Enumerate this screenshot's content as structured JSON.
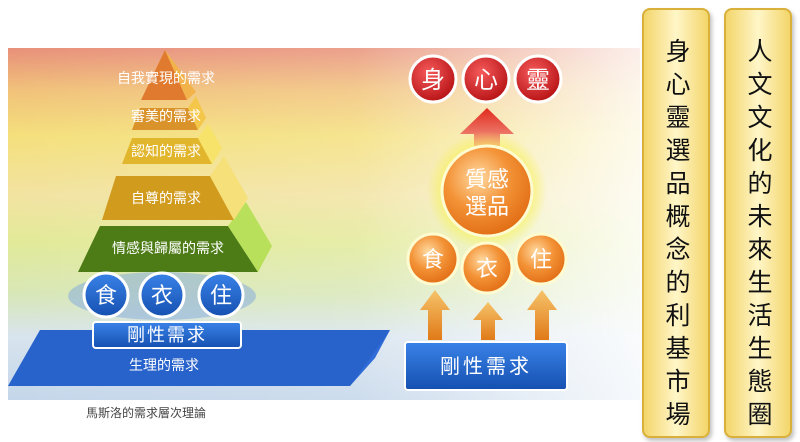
{
  "pyramid": {
    "levels": [
      {
        "label": "自我實現的需求"
      },
      {
        "label": "審美的需求"
      },
      {
        "label": "認知的需求"
      },
      {
        "label": "自尊的需求"
      },
      {
        "label": "情感與歸屬的需求"
      },
      {
        "label": "生理的需求"
      }
    ],
    "basic_items": [
      "食",
      "衣",
      "住"
    ],
    "rigid_label": "剛性需求"
  },
  "caption": "馬斯洛的需求層次理論",
  "right_diagram": {
    "top_items": [
      "身",
      "心",
      "靈"
    ],
    "quality_label": "質感選品",
    "basic_items": [
      "食",
      "衣",
      "住"
    ],
    "rigid_label": "剛性需求"
  },
  "banners": [
    {
      "text": "身心靈選品概念的利基市場"
    },
    {
      "text": "人文文化的未來生活生態圈"
    }
  ],
  "colors": {
    "blue": "#1a5ec8",
    "orange": "#f07c1e",
    "red": "#c81418",
    "green": "#6a9a1a"
  }
}
